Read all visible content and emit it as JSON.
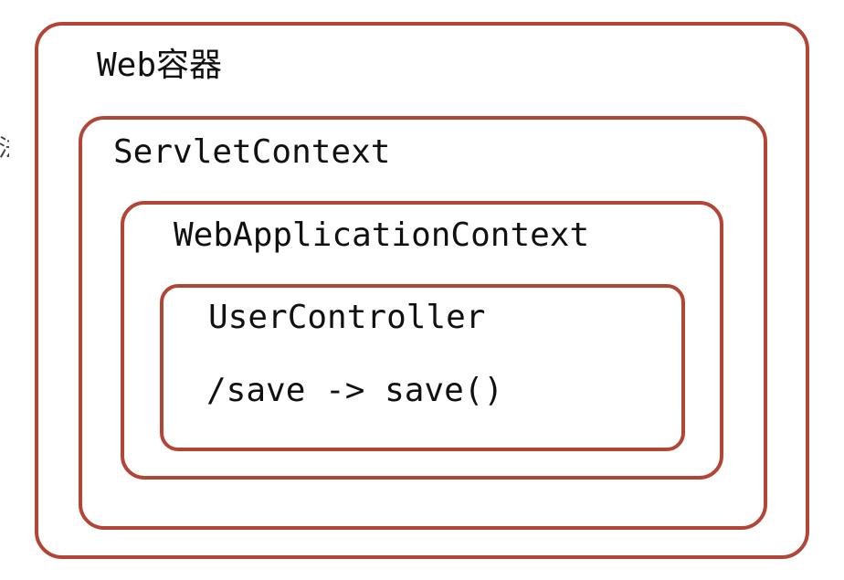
{
  "diagram": {
    "edge_fragment": "法",
    "web_container": {
      "label": "Web容器"
    },
    "servlet_context": {
      "label": "ServletContext"
    },
    "web_application_context": {
      "label": "WebApplicationContext"
    },
    "user_controller": {
      "label": "UserController",
      "mapping": "/save -> save()"
    },
    "colors": {
      "border": "#b24536",
      "text": "#111111",
      "background": "#ffffff"
    }
  }
}
